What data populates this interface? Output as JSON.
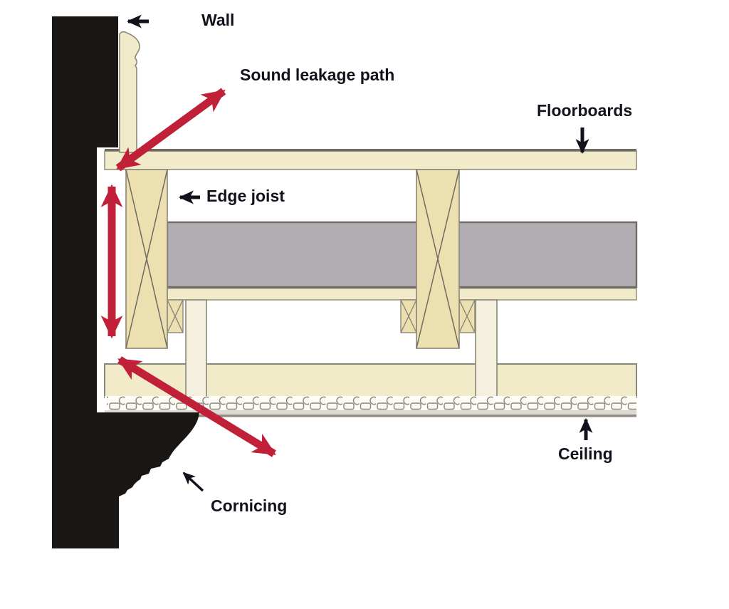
{
  "diagram": {
    "type": "building-section-sound-leakage",
    "labels": {
      "wall": "Wall",
      "sound_leakage_path": "Sound leakage path",
      "floorboards": "Floorboards",
      "edge_joist": "Edge joist",
      "ceiling": "Ceiling",
      "cornicing": "Cornicing"
    },
    "colors": {
      "wall_fill": "#191613",
      "wood_cream": "#f1ebc9",
      "wood_joist": "#ecdfb0",
      "wood_pale": "#f5f0dd",
      "pugging_gray": "#b2adb2",
      "outline": "#8b8778",
      "dark_edge": "#6f6b64",
      "arrow_red": "#c02038",
      "label_text": "#12121c",
      "plaster_gray": "#dcd9d0",
      "plaster_line": "#908d82",
      "lath_fill": "#faf8f0"
    }
  }
}
